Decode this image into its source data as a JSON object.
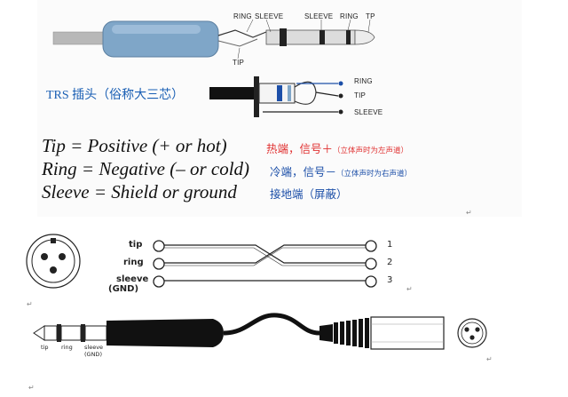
{
  "top_diagram": {
    "plug_labels": {
      "ring_left": "RING",
      "sleeve_left": "SLEEVE",
      "sleeve_right": "SLEEVE",
      "ring_right": "RING",
      "tip_right": "TP",
      "tip_bottom": "TIP"
    },
    "trs_title": "TRS 插头（俗称大三芯）",
    "jack_labels": {
      "ring": "RING",
      "tip": "TIP",
      "sleeve": "SLEEVE"
    },
    "equations": [
      {
        "en": "Tip = Positive (+ or hot)",
        "cn": "热端，信号＋",
        "cn_note": "（立体声时为左声道）",
        "color": "#e03131"
      },
      {
        "en": "Ring = Negative (– or cold)",
        "cn": "冷端，信号－",
        "cn_note": "（立体声时为右声道）",
        "color": "#1c4fa8"
      },
      {
        "en": "Sleeve = Shield or ground",
        "cn": "接地端（屏蔽）",
        "cn_note": "",
        "color": "#1c4fa8"
      }
    ]
  },
  "wiring_diagram": {
    "left_labels": {
      "tip": "tip",
      "ring": "ring",
      "sleeve": "sleeve",
      "gnd": "(GND)"
    },
    "pins": [
      "1",
      "2",
      "3"
    ]
  },
  "bottom_diagram": {
    "labels": {
      "tip": "tip",
      "ring": "ring",
      "sleeve": "sleeve",
      "gnd": "(GND)"
    }
  },
  "colors": {
    "plug_body": "#7fa6c8",
    "tip_red": "#e03131",
    "ring_blue": "#1c4fa8"
  }
}
